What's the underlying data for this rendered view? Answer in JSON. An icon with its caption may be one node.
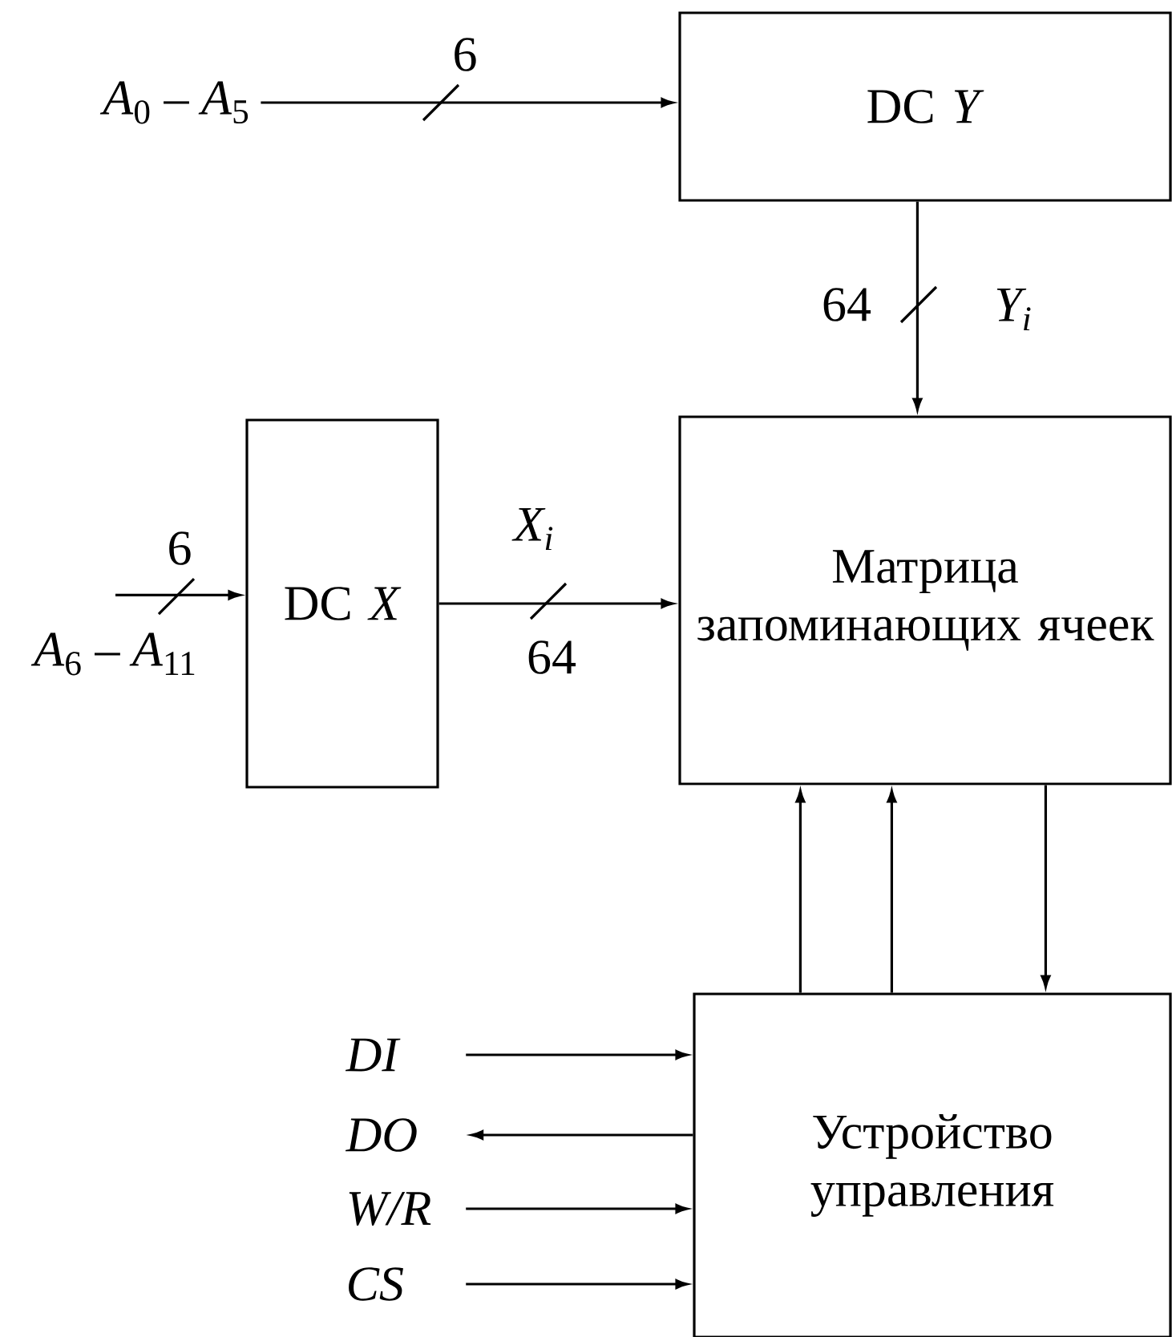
{
  "diagram": {
    "nodes": [
      {
        "text": [
          "*A*$_{0}$ – *A*$_{5}$"
        ]
      },
      {
        "text": [
          "DC *Y*"
        ]
      },
      {
        "text": [
          "DC *X*"
        ]
      },
      {
        "text": [
          "Матрица запоминающих ячеек"
        ]
      },
      {
        "text": [
          "Устройство управления"
        ]
      },
      {
        "text": [
          "*A*$_{6}$ – *A*$_{11}$"
        ]
      },
      {
        "text": [
          "DI"
        ]
      },
      {
        "text": [
          "DO"
        ]
      },
      {
        "text": [
          "W/R"
        ]
      },
      {
        "text": [
          "CS"
        ]
      }
    ],
    "edges": [
      {
        "from": 0,
        "to": 1,
        "arrow": "to",
        "label": "6"
      },
      {
        "from": 1,
        "to": 3,
        "arrow": "to",
        "label": "64"
      },
      {
        "from": 5,
        "to": 2,
        "arrow": "to",
        "label": "6"
      },
      {
        "from": 2,
        "to": 3,
        "arrow": "to",
        "label": "64"
      },
      {
        "from": 4,
        "to": 3,
        "arrow": "to"
      },
      {
        "from": 4,
        "to": 3,
        "arrow": "to"
      },
      {
        "from": 3,
        "to": 4,
        "arrow": "to"
      },
      {
        "from": 6,
        "to": 4,
        "arrow": "to"
      },
      {
        "from": 4,
        "to": 7,
        "arrow": "to"
      },
      {
        "from": 8,
        "to": 4,
        "arrow": "to"
      },
      {
        "from": 9,
        "to": 4,
        "arrow": "to"
      }
    ],
    "labels": [
      "Y$_{i}$",
      "X$_{i}$"
    ]
  }
}
